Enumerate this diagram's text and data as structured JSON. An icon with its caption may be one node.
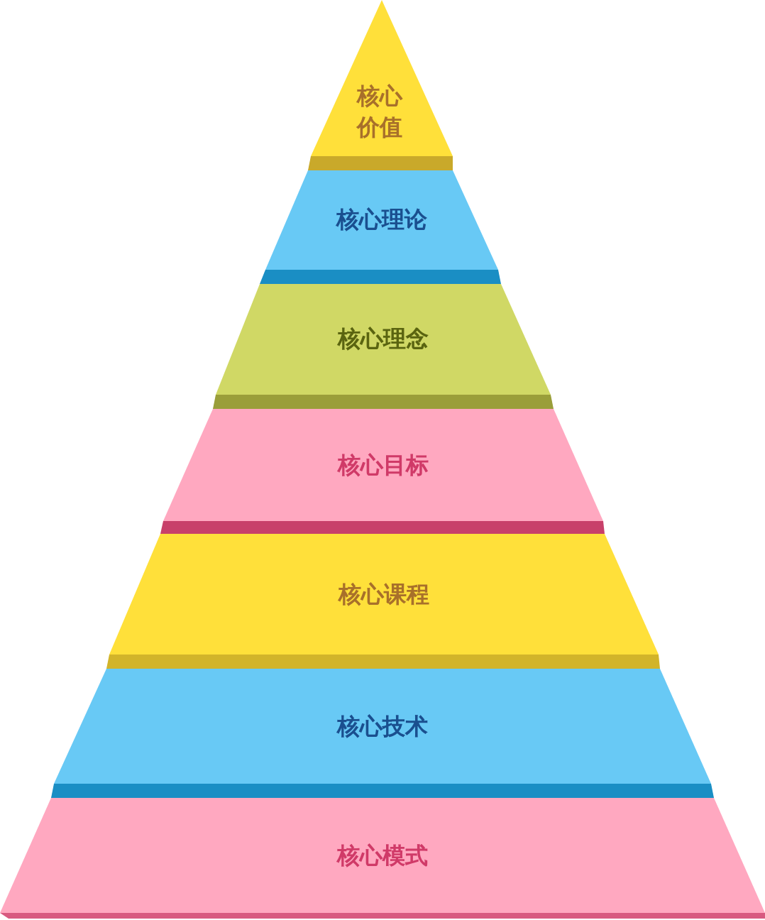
{
  "diagram": {
    "nodes": [
      {
        "text": [
          "核心价值"
        ]
      },
      {
        "text": [
          "核心理论"
        ]
      },
      {
        "text": [
          "核心理念"
        ]
      },
      {
        "text": [
          "核心目标"
        ]
      },
      {
        "text": [
          "核心课程"
        ]
      },
      {
        "text": [
          "核心技术"
        ]
      },
      {
        "text": [
          "核心模式"
        ]
      }
    ]
  }
}
